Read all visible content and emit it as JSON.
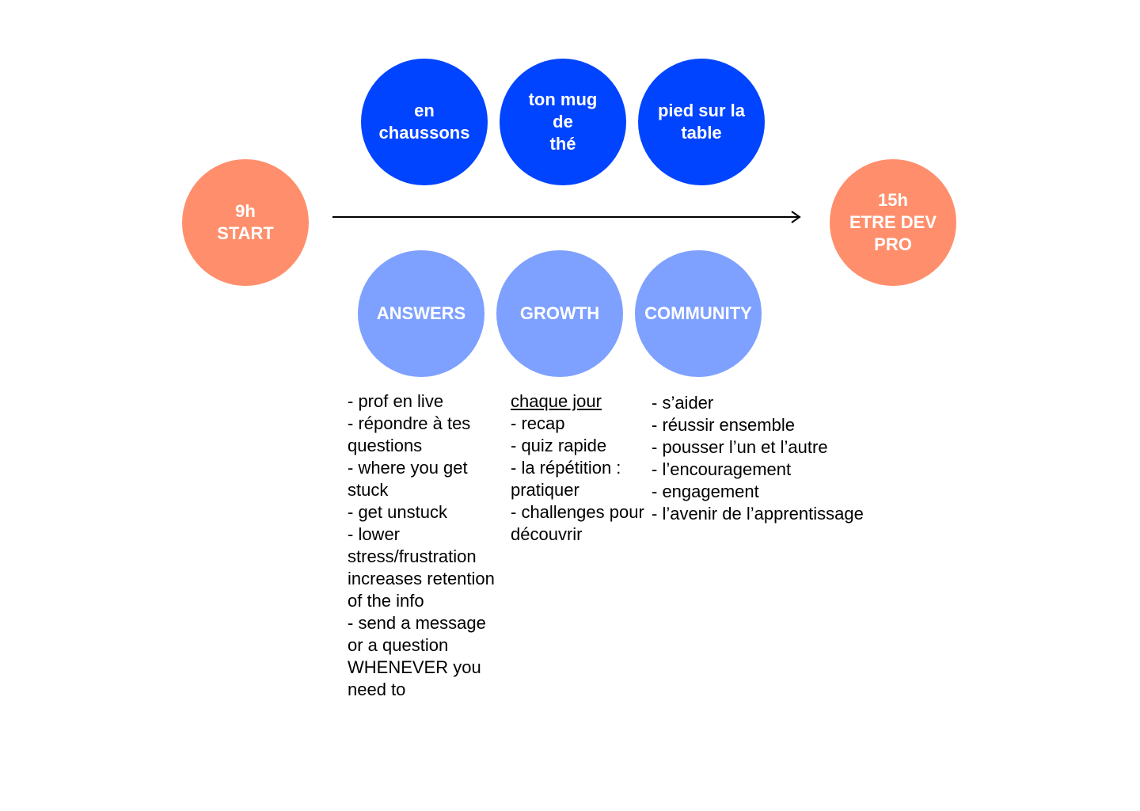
{
  "start": {
    "lines": [
      "9h",
      "START"
    ]
  },
  "end": {
    "lines": [
      "15h",
      "ETRE DEV",
      "PRO"
    ]
  },
  "top_circles": [
    {
      "lines": [
        "en",
        "chaussons"
      ]
    },
    {
      "lines": [
        "ton mug",
        "de",
        "thé"
      ]
    },
    {
      "lines": [
        "pied sur la",
        "table"
      ]
    }
  ],
  "pillars": [
    {
      "label": "ANSWERS",
      "heading": "",
      "items": [
        "- prof en live",
        "- répondre à tes questions",
        "- where you get stuck",
        "- get unstuck",
        "- lower stress/frustration increases retention of the info",
        "- send a message or a question WHENEVER you need to"
      ]
    },
    {
      "label": "GROWTH",
      "heading": "chaque jour",
      "items": [
        "- recap",
        "- quiz rapide",
        "- la répétition : pratiquer",
        "- challenges pour découvrir"
      ]
    },
    {
      "label": "COMMUNITY",
      "heading": "",
      "items": [
        "- s’aider",
        "- réussir ensemble",
        "- pousser l’un et l’autre",
        "- l’encouragement",
        "- engagement",
        "- l’avenir de l’apprentissage"
      ]
    }
  ],
  "colors": {
    "orange": "#ff8f6c",
    "blue": "#0044ff",
    "light_blue": "#7ea1ff",
    "arrow": "#000000"
  }
}
